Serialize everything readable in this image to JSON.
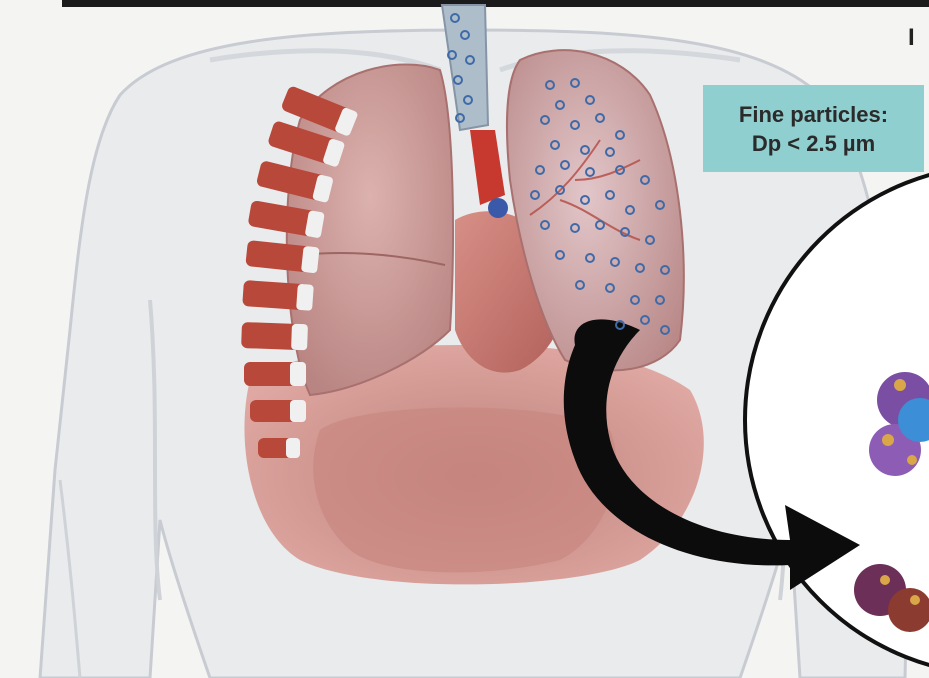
{
  "figure": {
    "corner_text": "I",
    "label": {
      "line1": "Fine particles:",
      "line2": "Dp < 2.5 µm"
    },
    "subjects": [
      "torso-outline",
      "ribs",
      "right-lung",
      "left-lung-with-particles",
      "trachea",
      "heart",
      "diaphragm",
      "magnified-alveoli-circle",
      "curved-arrow"
    ],
    "colors": {
      "label_bg": "#8fcfd0",
      "lung": "#c99594",
      "rib": "#b8483a",
      "diaphragm": "#cf8a80",
      "particles": "#3f6aa8",
      "alveoli_purple": "#7a4fa3",
      "alveoli_blue": "#3c8fd6"
    }
  }
}
